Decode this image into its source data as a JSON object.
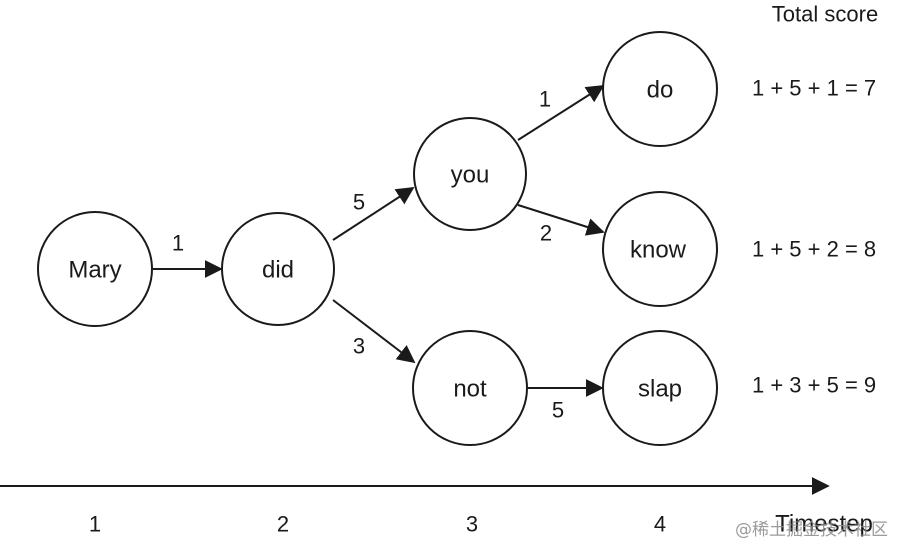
{
  "header": {
    "total_score_label": "Total score"
  },
  "nodes": {
    "mary": "Mary",
    "did": "did",
    "you": "you",
    "not": "not",
    "do": "do",
    "know": "know",
    "slap": "slap"
  },
  "edges": {
    "mary_did": "1",
    "did_you": "5",
    "did_not": "3",
    "you_do": "1",
    "you_know": "2",
    "not_slap": "5"
  },
  "scores": [
    "1 + 5 + 1 = 7",
    "1 + 5 + 2 = 8",
    "1 + 3 + 5 = 9"
  ],
  "axis": {
    "ticks": [
      "1",
      "2",
      "3",
      "4"
    ],
    "title": "Timestep"
  },
  "watermark": "@稀土掘金技术社区",
  "colors": {
    "ink": "#1a1a1a",
    "background": "#ffffff",
    "watermark": "#8a8a8a"
  }
}
